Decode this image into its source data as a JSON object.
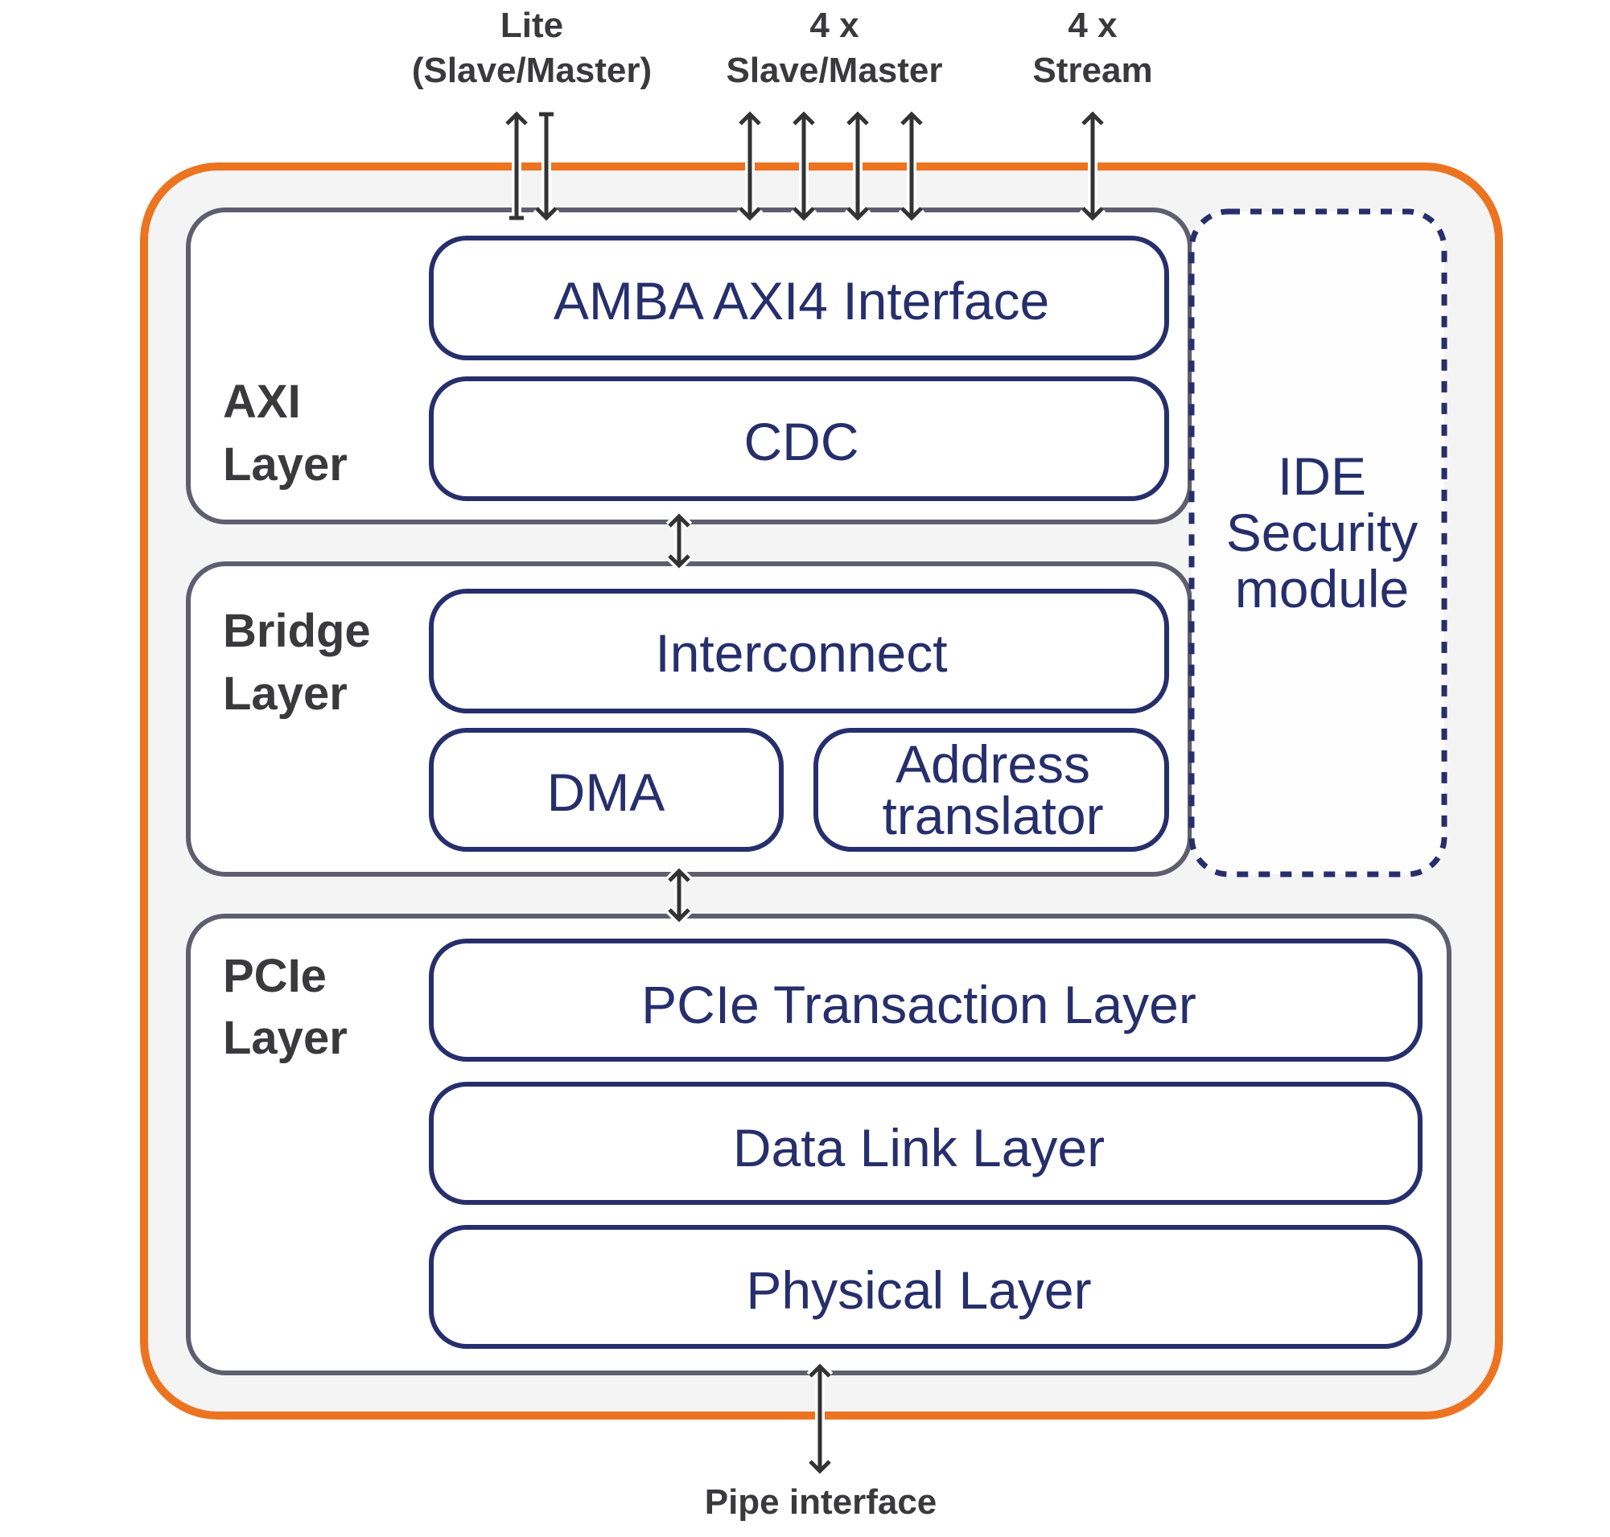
{
  "colors": {
    "outer_border": "#ec7421",
    "outer_fill": "#f4f4f5",
    "layer_border": "#5e5e6e",
    "block_border": "#262f6c",
    "block_text": "#262f6c",
    "label_text": "#3a3a3c",
    "arrow": "#333333"
  },
  "external_interfaces": {
    "lite": {
      "line1": "Lite",
      "line2": "(Slave/Master)",
      "arrows": [
        "up",
        "down"
      ]
    },
    "slave_master": {
      "line1": "4 x",
      "line2": "Slave/Master",
      "arrows": [
        "bidirectional",
        "bidirectional",
        "bidirectional",
        "bidirectional"
      ]
    },
    "stream": {
      "line1": "4 x",
      "line2": "Stream",
      "arrows": [
        "bidirectional"
      ]
    },
    "pipe": {
      "label": "Pipe interface",
      "arrows": [
        "bidirectional"
      ]
    }
  },
  "layers": {
    "axi": {
      "label_line1": "AXI",
      "label_line2": "Layer",
      "blocks": {
        "amba": "AMBA AXI4 Interface",
        "cdc": "CDC"
      }
    },
    "bridge": {
      "label_line1": "Bridge",
      "label_line2": "Layer",
      "blocks": {
        "interconnect": "Interconnect",
        "dma": "DMA",
        "addr_line1": "Address",
        "addr_line2": "translator"
      }
    },
    "pcie": {
      "label_line1": "PCIe",
      "label_line2": "Layer",
      "blocks": {
        "transaction": "PCIe Transaction Layer",
        "data_link": "Data Link Layer",
        "physical": "Physical Layer"
      }
    }
  },
  "ide_module": {
    "line1": "IDE",
    "line2": "Security",
    "line3": "module"
  },
  "connections": [
    {
      "from": "AXI Layer",
      "to": "Bridge Layer",
      "type": "bidirectional"
    },
    {
      "from": "Bridge Layer",
      "to": "PCIe Layer",
      "type": "bidirectional"
    }
  ]
}
